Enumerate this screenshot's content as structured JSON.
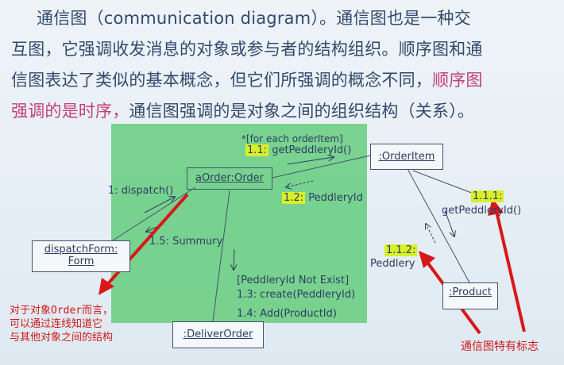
{
  "text": {
    "line1": "通信图（communication diagram）。通信图也是一种交",
    "line2": "互图，它强调收发消息的对象或参与者的结构组织。顺序图和通",
    "line3_normal": "信图表达了类似的基本概念，但它们所强调的概念不同，",
    "line3_red": "顺序图",
    "line4_red": "强调的是时序，",
    "line4_normal": "通信图强调的是对象之间的组织结构（关系）。"
  },
  "diagram": {
    "objects": {
      "order": "aOrder:Order",
      "orderitem": ":OrderItem",
      "dispatchform_line1": "dispatchForm:",
      "dispatchform_line2": "Form",
      "deliverorder": ":DeliverOrder",
      "product": ":Product"
    },
    "messages": {
      "m11_guard": "*[for each orderItem]",
      "m11_num": "1.1:",
      "m11_text": "getPeddleryId()",
      "m12_num": "1.2:",
      "m12_text": "PeddleryId",
      "m1": "1: dispatch()",
      "m15": "1.5: Summury",
      "m13_guard": "[PeddleryId Not Exist]",
      "m13": "1.3: create(PeddleryId)",
      "m14": "1.4: Add(ProductId)",
      "m111_num": "1.1.1:",
      "m111_text": "getPeddleryId()",
      "m112_num": "1.1.2:",
      "m112_text": "Peddlery"
    }
  },
  "annotations": {
    "left_line1": "对于对象Order而言，",
    "left_line2": "可以通过连线知道它",
    "left_line3": "与其他对象之间的结构",
    "right": "通信图特有标志"
  },
  "colors": {
    "text": "#33496e",
    "emphasis": "#c2407a",
    "panel": "#6fcf86",
    "highlight": "#d8ef2a",
    "annotation": "#d01818"
  }
}
